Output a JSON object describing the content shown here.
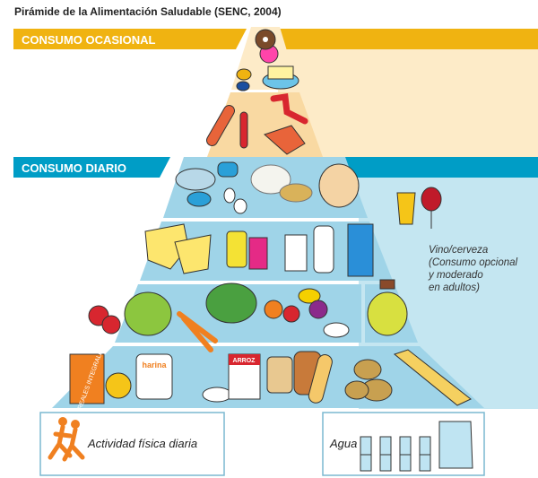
{
  "title": "Pirámide de la Alimentación Saludable (SENC, 2004)",
  "bands": {
    "occasional": "CONSUMO OCASIONAL",
    "daily": "CONSUMO DIARIO"
  },
  "notes": {
    "wine_line1": "Vino/cerveza",
    "wine_line2": "(Consumo opcional",
    "wine_line3": "y moderado",
    "wine_line4": "en adultos)"
  },
  "bottom": {
    "activity": "Actividad física diaria",
    "water": "Agua"
  },
  "package_labels": {
    "cereals": "CEREALES INTEGRALES",
    "flour": "harina",
    "rice": "ARROZ"
  },
  "colors": {
    "occasional": "#f0b311",
    "occasional_bg": "#fdebc8",
    "occasional_tier": "#f9d9a2",
    "daily": "#009dc6",
    "daily_bg": "#c4e6f1",
    "daily_tier": "#9fd4e8"
  }
}
